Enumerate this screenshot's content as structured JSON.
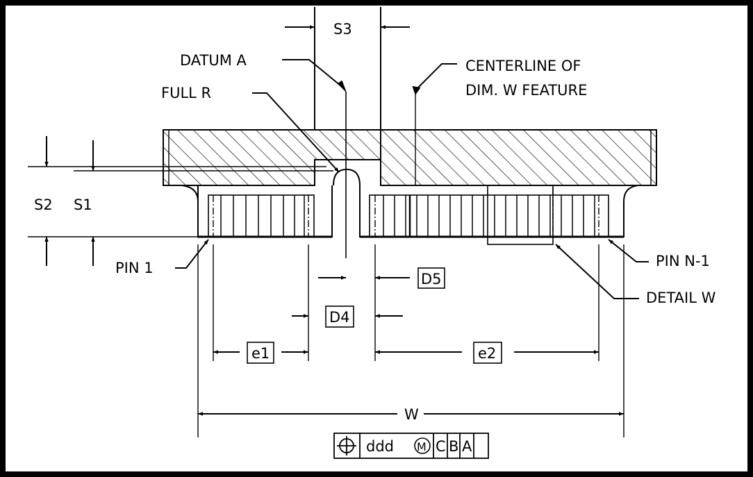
{
  "labels": {
    "s3": "S3",
    "datum_a": "DATUM A",
    "full_r": "FULL R",
    "centerline_line1": "CENTERLINE OF",
    "centerline_line2": "DIM. W FEATURE",
    "s2": "S2",
    "s1": "S1",
    "pin_1": "PIN 1",
    "pin_n1": "PIN N-1",
    "d5": "D5",
    "d4": "D4",
    "detail_w": "DETAIL W",
    "e1": "e1",
    "e2": "e2",
    "w": "W"
  },
  "fcf": {
    "symbol": "position-icon",
    "tolerance": "ddd",
    "modifier": "M",
    "datums": [
      "C",
      "B",
      "A"
    ]
  }
}
